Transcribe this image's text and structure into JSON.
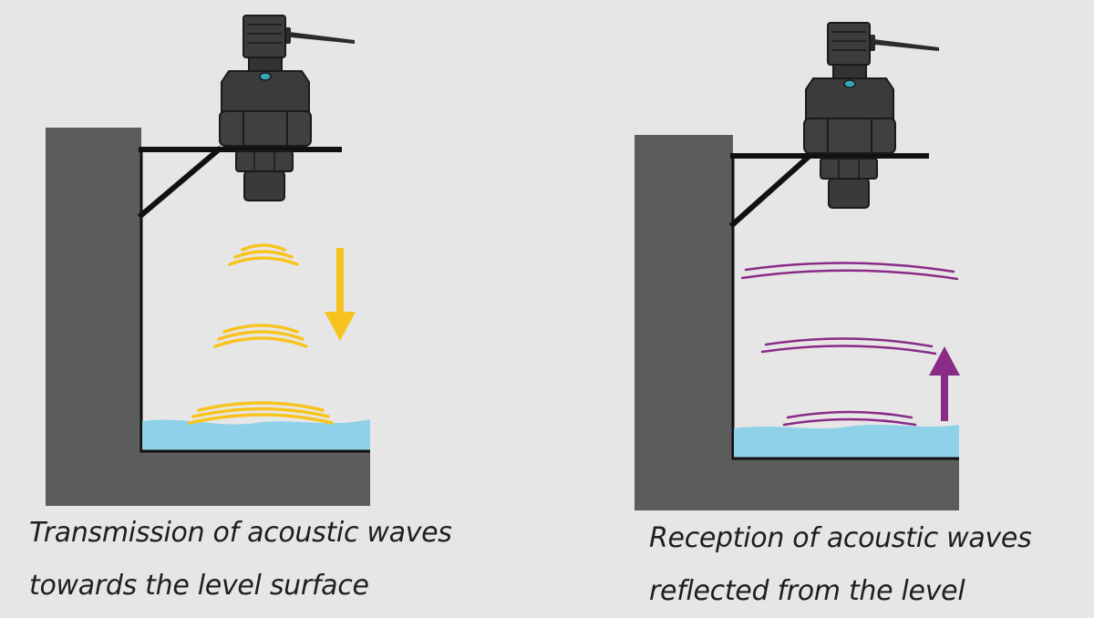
{
  "panels": [
    {
      "caption_line1": "Transmission of acoustic waves",
      "caption_line2": "towards the level surface",
      "wave_color": "#f9c31f",
      "arrow_direction": "down"
    },
    {
      "caption_line1": "Reception of acoustic waves",
      "caption_line2": "reflected from the level",
      "wave_color": "#8a2b88",
      "arrow_direction": "up"
    }
  ],
  "colors": {
    "background": "#e6e6e6",
    "tank_wall": "#5c5c5c",
    "liquid": "#8fd1e8",
    "sensor_body": "#3a3a3a",
    "sensor_indicator": "#36a7b8"
  }
}
